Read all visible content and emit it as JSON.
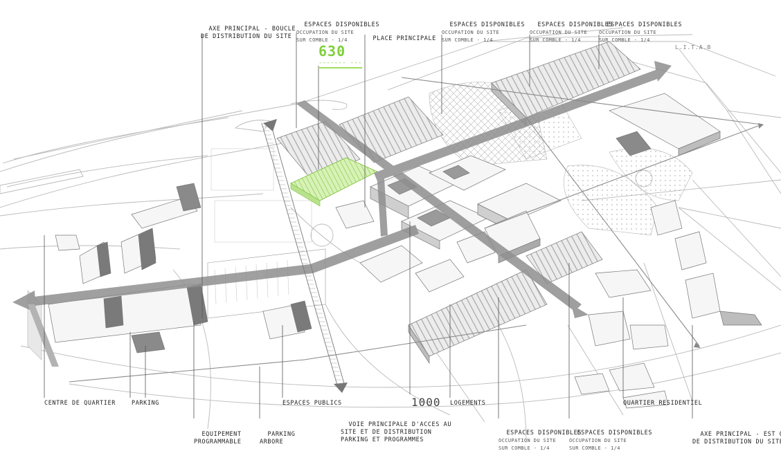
{
  "colors": {
    "axis": "#8f8f8f",
    "green": "#9fdc5a",
    "greenText": "#7fcf3a",
    "line": "#555555"
  },
  "labels": {
    "top_axis_left": {
      "line1": "AXE PRINCIPAL - BOUCLE",
      "line2": "DE DISTRIBUTION DU SITE"
    },
    "top_box_a": {
      "line1": "ESPACES DISPONIBLES",
      "line2": "OCCUPATION DU SITE",
      "line3": "SUR COMBLE - 1/4"
    },
    "top_place": {
      "line1": "PLACE PRINCIPALE"
    },
    "top_box_b": {
      "line1": "ESPACES DISPONIBLES",
      "line2": "OCCUPATION DU SITE",
      "line3": "SUR COMBLE - 1/4"
    },
    "top_box_c": {
      "line1": "ESPACES DISPONIBLES",
      "line2": "OCCUPATION DU SITE",
      "line3": "SUR COMBLE - 1/4"
    },
    "top_box_d": {
      "line1": "ESPACES DISPONIBLES",
      "line2": "OCCUPATION DU SITE",
      "line3": "SUR COMBLE - 1/4"
    },
    "big_green": "630",
    "big_green_sub": "------- ---",
    "big_gray": "1000",
    "north_tag": "L.I.T.A.B",
    "bottom_1": {
      "line1": "CENTRE DE QUARTIER"
    },
    "bottom_2": {
      "line1": "PARKING"
    },
    "bottom_3": {
      "line1": "ESPACES PUBLICS"
    },
    "bottom_4": {
      "line1": "LOGEMENTS"
    },
    "bottom_5": {
      "line1": "QUARTIER RESIDENTIEL"
    },
    "bottom_6": {
      "line1": "EQUIPEMENT",
      "line2": "PROGRAMMABLE"
    },
    "bottom_7": {
      "line1": "PARKING",
      "line2": "ARBORE"
    },
    "bottom_8": {
      "line1": "VOIE PRINCIPALE D'ACCES AU",
      "line2": "SITE ET DE DISTRIBUTION",
      "line3": "PARKING ET PROGRAMMES"
    },
    "bottom_9": {
      "line1": "ESPACES DISPONIBLES",
      "line2": "OCCUPATION DU SITE",
      "line3": "SUR COMBLE - 1/4"
    },
    "bottom_10": {
      "line1": "ESPACES DISPONIBLES",
      "line2": "OCCUPATION DU SITE",
      "line3": "SUR COMBLE - 1/4"
    },
    "bottom_11": {
      "line1": "AXE PRINCIPAL - EST OUEST",
      "line2": "DE DISTRIBUTION DU SITE"
    }
  }
}
